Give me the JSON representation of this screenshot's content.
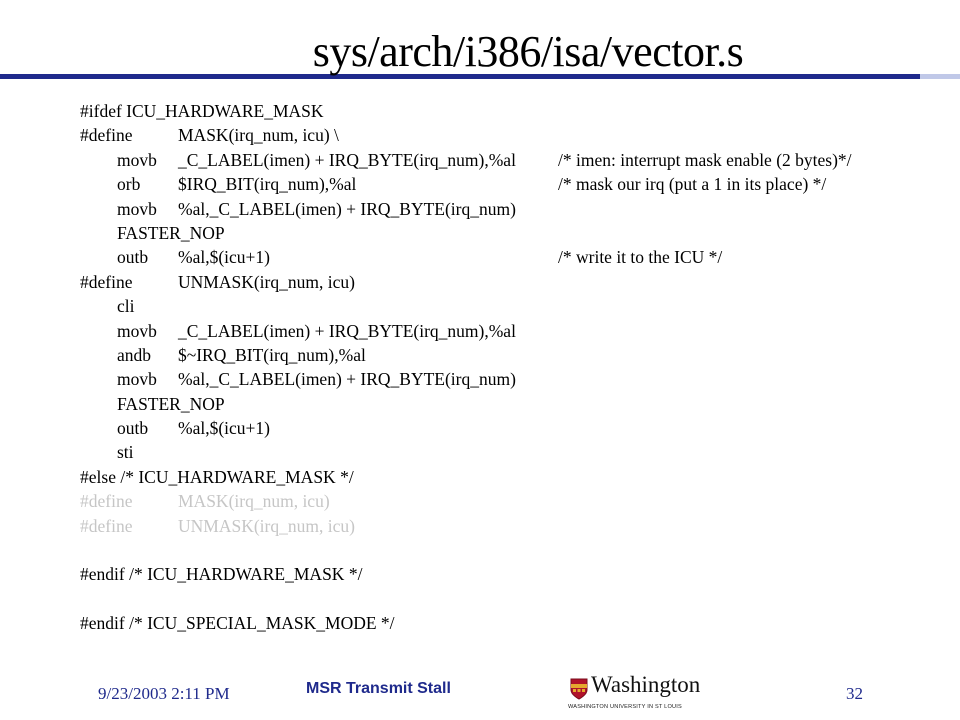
{
  "slide": {
    "title": "sys/arch/i386/isa/vector.s",
    "code_lines": [
      {
        "kw": "#ifdef ICU_HARDWARE_MASK",
        "arg": "",
        "comment": "",
        "indent": false,
        "faded": false
      },
      {
        "kw": "#define",
        "arg": "MASK(irq_num, icu) \\",
        "comment": "",
        "indent": false,
        "faded": false
      },
      {
        "kw": "movb",
        "arg": "_C_LABEL(imen) + IRQ_BYTE(irq_num),%al",
        "comment": "/* imen: interrupt mask enable (2 bytes)*/",
        "indent": true,
        "faded": false
      },
      {
        "kw": "orb",
        "arg": "$IRQ_BIT(irq_num),%al",
        "comment": "/* mask our irq (put a 1 in its place) */",
        "indent": true,
        "faded": false
      },
      {
        "kw": "movb",
        "arg": "%al,_C_LABEL(imen) + IRQ_BYTE(irq_num)",
        "comment": "",
        "indent": true,
        "faded": false
      },
      {
        "kw": "FASTER_NOP",
        "arg": "",
        "comment": "",
        "indent": true,
        "faded": false
      },
      {
        "kw": "outb",
        "arg": "%al,$(icu+1)",
        "comment": "/* write it to the ICU */",
        "indent": true,
        "faded": false
      },
      {
        "kw": "#define",
        "arg": "UNMASK(irq_num, icu)",
        "comment": "",
        "indent": false,
        "faded": false
      },
      {
        "kw": "cli",
        "arg": "",
        "comment": "",
        "indent": true,
        "faded": false
      },
      {
        "kw": "movb",
        "arg": "_C_LABEL(imen) + IRQ_BYTE(irq_num),%al",
        "comment": "",
        "indent": true,
        "faded": false
      },
      {
        "kw": "andb",
        "arg": "$~IRQ_BIT(irq_num),%al",
        "comment": "",
        "indent": true,
        "faded": false
      },
      {
        "kw": "movb",
        "arg": "%al,_C_LABEL(imen) + IRQ_BYTE(irq_num)",
        "comment": "",
        "indent": true,
        "faded": false
      },
      {
        "kw": "FASTER_NOP",
        "arg": "",
        "comment": "",
        "indent": true,
        "faded": false
      },
      {
        "kw": "outb",
        "arg": "%al,$(icu+1)",
        "comment": "",
        "indent": true,
        "faded": false
      },
      {
        "kw": "sti",
        "arg": "",
        "comment": "",
        "indent": true,
        "faded": false
      },
      {
        "kw": "#else /* ICU_HARDWARE_MASK */",
        "arg": "",
        "comment": "",
        "indent": false,
        "faded": false
      },
      {
        "kw": "#define",
        "arg": "MASK(irq_num, icu)",
        "comment": "",
        "indent": false,
        "faded": true
      },
      {
        "kw": "#define",
        "arg": "UNMASK(irq_num, icu)",
        "comment": "",
        "indent": false,
        "faded": true
      },
      {
        "kw": "",
        "arg": "",
        "comment": "",
        "indent": false,
        "faded": false
      },
      {
        "kw": "#endif /* ICU_HARDWARE_MASK */",
        "arg": "",
        "comment": "",
        "indent": false,
        "faded": false
      },
      {
        "kw": "",
        "arg": "",
        "comment": "",
        "indent": false,
        "faded": false
      },
      {
        "kw": "#endif /* ICU_SPECIAL_MASK_MODE */",
        "arg": "",
        "comment": "",
        "indent": false,
        "faded": false
      }
    ]
  },
  "footer": {
    "date": "9/23/2003 2:11 PM",
    "center_text": "MSR Transmit Stall",
    "logo_word": "Washington",
    "logo_sub": "WASHINGTON UNIVERSITY IN ST LOUIS",
    "page_number": "32"
  },
  "colors": {
    "accent_navy": "#1f2a8c",
    "accent_light": "#c0c8e8",
    "faded_text": "#c6c6c6",
    "shield_red": "#b0122a",
    "shield_gold": "#e5a82e"
  },
  "icons": {
    "logo_shield": "university-shield-icon"
  }
}
